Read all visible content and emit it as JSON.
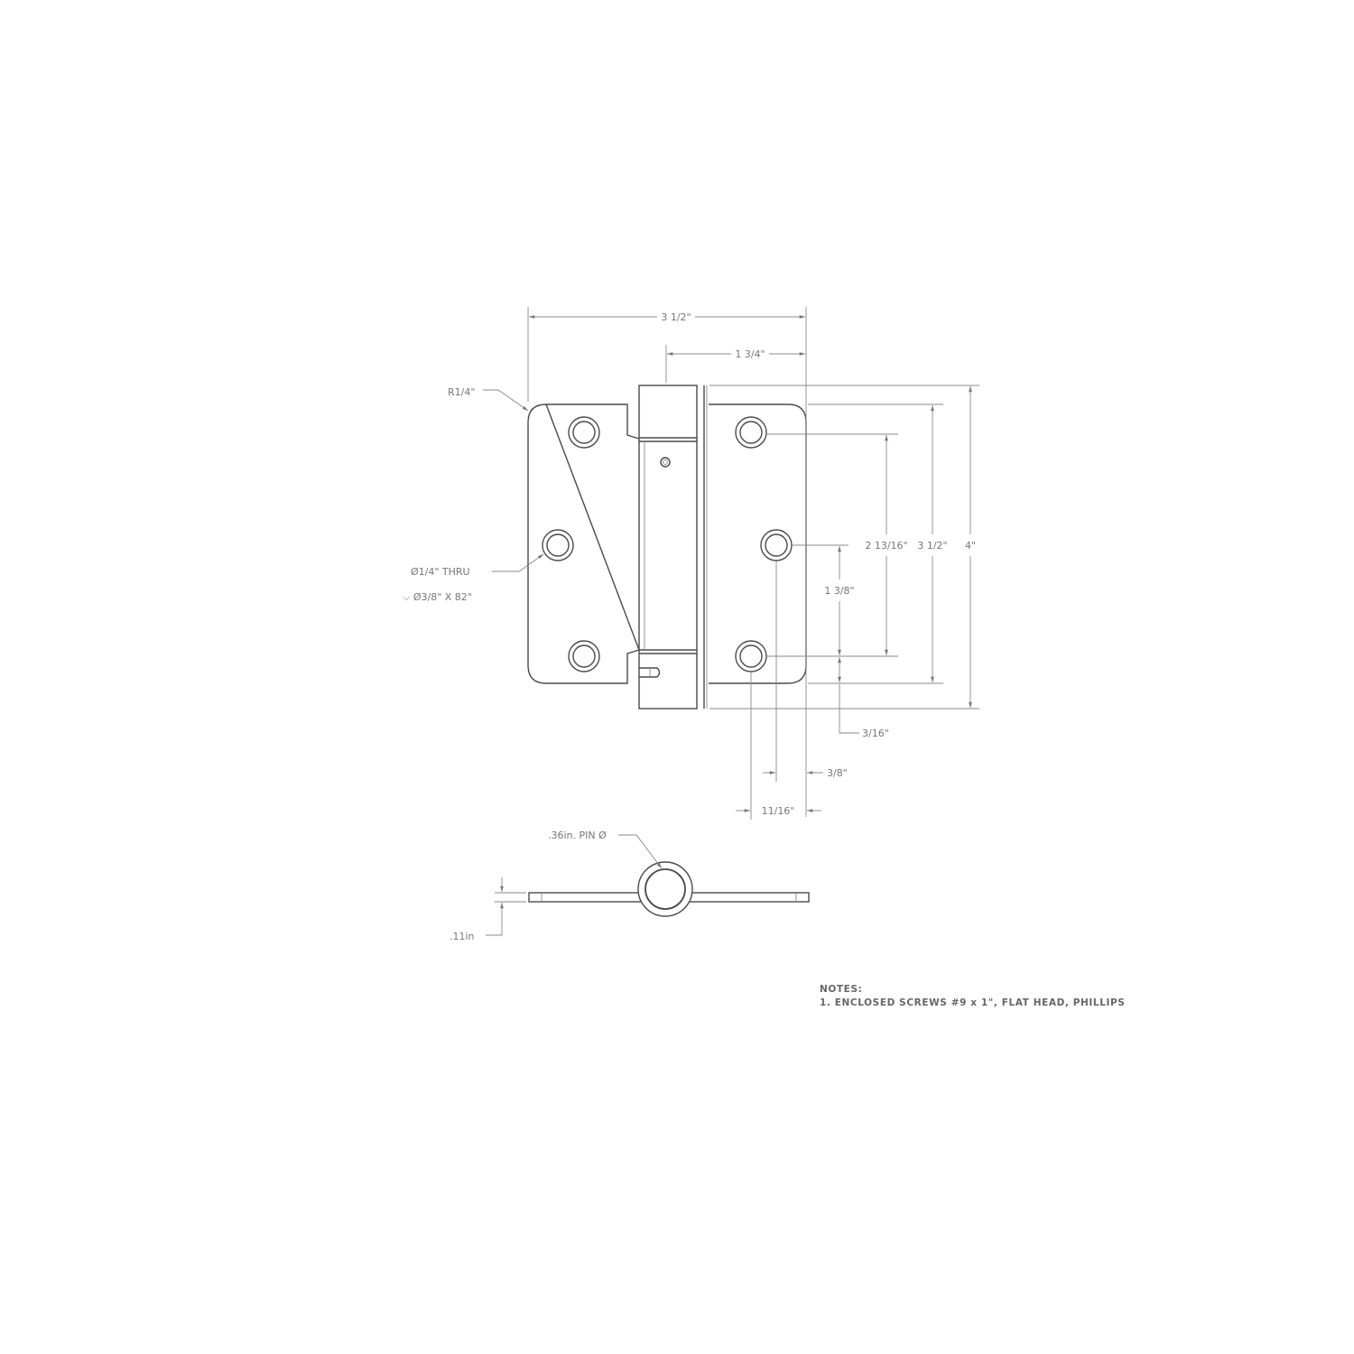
{
  "drawing": {
    "dimensions": {
      "overall_width": "3 1/2\"",
      "half_width": "1 3/4\"",
      "corner_radius": "R1/4\"",
      "overall_height": "4\"",
      "leaf_height": "3 1/2\"",
      "outer_hole_spacing": "2 13/16\"",
      "center_hole_offset": "1 3/8\"",
      "hole_edge_distance": "3/16\"",
      "center_hole_inset": "3/8\"",
      "outer_hole_inset": "11/16\"",
      "hole_callout_line1": "Ø1/4\" THRU",
      "hole_callout_line2": "⌵ Ø3/8\" X 82°",
      "pin_diameter": ".36in. PIN Ø",
      "leaf_thickness": ".11in"
    },
    "notes": {
      "title": "NOTES:",
      "items": [
        "1.  ENCLOSED SCREWS #9 x 1\", FLAT HEAD, PHILLIPS"
      ]
    },
    "colors": {
      "line": "#4a4a4a",
      "dimension": "#8a8a8a",
      "text": "#777777"
    }
  }
}
